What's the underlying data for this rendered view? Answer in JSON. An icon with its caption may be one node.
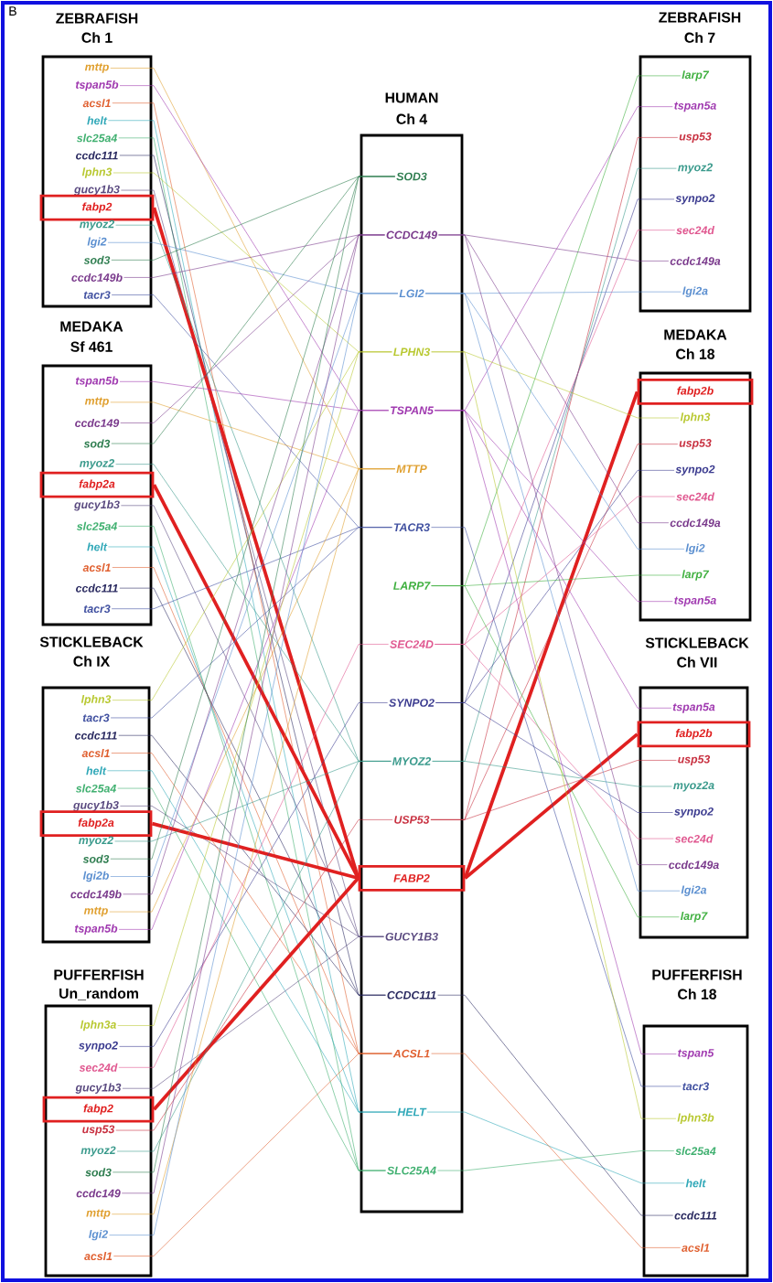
{
  "diagram": {
    "nodes": [
      {
        "text": [
          "ZEBRAFISH",
          "Ch 1"
        ]
      },
      {
        "text": [
          "mttp"
        ],
        "in": 0
      },
      {
        "text": [
          "tspan5b"
        ],
        "in": 0
      },
      {
        "text": [
          "acsl1"
        ],
        "in": 0
      },
      {
        "text": [
          "helt"
        ],
        "in": 0
      },
      {
        "text": [
          "slc25a4"
        ],
        "in": 0
      },
      {
        "text": [
          "ccdc111"
        ],
        "in": 0
      },
      {
        "text": [
          "lphn3"
        ],
        "in": 0
      },
      {
        "text": [
          "gucy1b3"
        ],
        "in": 0
      },
      {
        "text": [
          "fabp2"
        ],
        "in": 0
      },
      {
        "text": [
          "myoz2"
        ],
        "in": 0
      },
      {
        "text": [
          "lgi2"
        ],
        "in": 0
      },
      {
        "text": [
          "sod3"
        ],
        "in": 0
      },
      {
        "text": [
          "ccdc149b"
        ],
        "in": 0
      },
      {
        "text": [
          "tacr3"
        ],
        "in": 0
      },
      {
        "text": [
          "MEDAKA",
          "Sf 461"
        ]
      },
      {
        "text": [
          "tspan5b"
        ],
        "in": 15
      },
      {
        "text": [
          "mttp"
        ],
        "in": 15
      },
      {
        "text": [
          "ccdc149"
        ],
        "in": 15
      },
      {
        "text": [
          "sod3"
        ],
        "in": 15
      },
      {
        "text": [
          "myoz2"
        ],
        "in": 15
      },
      {
        "text": [
          "fabp2a"
        ],
        "in": 15
      },
      {
        "text": [
          "gucy1b3"
        ],
        "in": 15
      },
      {
        "text": [
          "slc25a4"
        ],
        "in": 15
      },
      {
        "text": [
          "helt"
        ],
        "in": 15
      },
      {
        "text": [
          "acsl1"
        ],
        "in": 15
      },
      {
        "text": [
          "ccdc111"
        ],
        "in": 15
      },
      {
        "text": [
          "tacr3"
        ],
        "in": 15
      },
      {
        "text": [
          "STICKLEBACK",
          "Ch IX"
        ]
      },
      {
        "text": [
          "lphn3"
        ],
        "in": 28
      },
      {
        "text": [
          "tacr3"
        ],
        "in": 28
      },
      {
        "text": [
          "ccdc111"
        ],
        "in": 28
      },
      {
        "text": [
          "acsl1"
        ],
        "in": 28
      },
      {
        "text": [
          "helt"
        ],
        "in": 28
      },
      {
        "text": [
          "slc25a4"
        ],
        "in": 28
      },
      {
        "text": [
          "gucy1b3"
        ],
        "in": 28
      },
      {
        "text": [
          "fabp2a"
        ],
        "in": 28
      },
      {
        "text": [
          "myoz2"
        ],
        "in": 28
      },
      {
        "text": [
          "sod3"
        ],
        "in": 28
      },
      {
        "text": [
          "lgi2b"
        ],
        "in": 28
      },
      {
        "text": [
          "ccdc149b"
        ],
        "in": 28
      },
      {
        "text": [
          "mttp"
        ],
        "in": 28
      },
      {
        "text": [
          "tspan5b"
        ],
        "in": 28
      },
      {
        "text": [
          "PUFFERFISH",
          "Un_random"
        ]
      },
      {
        "text": [
          "lphn3a"
        ],
        "in": 43
      },
      {
        "text": [
          "synpo2"
        ],
        "in": 43
      },
      {
        "text": [
          "sec24d"
        ],
        "in": 43
      },
      {
        "text": [
          "gucy1b3"
        ],
        "in": 43
      },
      {
        "text": [
          "fabp2"
        ],
        "in": 43
      },
      {
        "text": [
          "usp53"
        ],
        "in": 43
      },
      {
        "text": [
          "myoz2"
        ],
        "in": 43
      },
      {
        "text": [
          "sod3"
        ],
        "in": 43
      },
      {
        "text": [
          "ccdc149"
        ],
        "in": 43
      },
      {
        "text": [
          "mttp"
        ],
        "in": 43
      },
      {
        "text": [
          "lgi2"
        ],
        "in": 43
      },
      {
        "text": [
          "acsl1"
        ],
        "in": 43
      },
      {
        "text": [
          "HUMAN",
          "Ch 4"
        ]
      },
      {
        "text": [
          "SOD3"
        ],
        "in": 56
      },
      {
        "text": [
          "CCDC149"
        ],
        "in": 56
      },
      {
        "text": [
          "LGI2"
        ],
        "in": 56
      },
      {
        "text": [
          "LPHN3"
        ],
        "in": 56
      },
      {
        "text": [
          "TSPAN5"
        ],
        "in": 56
      },
      {
        "text": [
          "MTTP"
        ],
        "in": 56
      },
      {
        "text": [
          "TACR3"
        ],
        "in": 56
      },
      {
        "text": [
          "LARP7"
        ],
        "in": 56
      },
      {
        "text": [
          "SEC24D"
        ],
        "in": 56
      },
      {
        "text": [
          "SYNPO2"
        ],
        "in": 56
      },
      {
        "text": [
          "MYOZ2"
        ],
        "in": 56
      },
      {
        "text": [
          "USP53"
        ],
        "in": 56
      },
      {
        "text": [
          "FABP2"
        ],
        "in": 56
      },
      {
        "text": [
          "GUCY1B3"
        ],
        "in": 56
      },
      {
        "text": [
          "CCDC111"
        ],
        "in": 56
      },
      {
        "text": [
          "ACSL1"
        ],
        "in": 56
      },
      {
        "text": [
          "HELT"
        ],
        "in": 56
      },
      {
        "text": [
          "SLC25A4"
        ],
        "in": 56
      },
      {
        "text": [
          "ZEBRAFISH",
          "Ch 7"
        ]
      },
      {
        "text": [
          "larp7"
        ],
        "in": 75
      },
      {
        "text": [
          "tspan5a"
        ],
        "in": 75
      },
      {
        "text": [
          "usp53"
        ],
        "in": 75
      },
      {
        "text": [
          "myoz2"
        ],
        "in": 75
      },
      {
        "text": [
          "synpo2"
        ],
        "in": 75
      },
      {
        "text": [
          "sec24d"
        ],
        "in": 75
      },
      {
        "text": [
          "ccdc149a"
        ],
        "in": 75
      },
      {
        "text": [
          "lgi2a"
        ],
        "in": 75
      },
      {
        "text": [
          "MEDAKA",
          "Ch 18"
        ]
      },
      {
        "text": [
          "fabp2b"
        ],
        "in": 84
      },
      {
        "text": [
          "lphn3"
        ],
        "in": 84
      },
      {
        "text": [
          "usp53"
        ],
        "in": 84
      },
      {
        "text": [
          "synpo2"
        ],
        "in": 84
      },
      {
        "text": [
          "sec24d"
        ],
        "in": 84
      },
      {
        "text": [
          "ccdc149a"
        ],
        "in": 84
      },
      {
        "text": [
          "lgi2"
        ],
        "in": 84
      },
      {
        "text": [
          "larp7"
        ],
        "in": 84
      },
      {
        "text": [
          "tspan5a"
        ],
        "in": 84
      },
      {
        "text": [
          "STICKLEBACK",
          "Ch VII"
        ]
      },
      {
        "text": [
          "tspan5a"
        ],
        "in": 94
      },
      {
        "text": [
          "fabp2b"
        ],
        "in": 94
      },
      {
        "text": [
          "usp53"
        ],
        "in": 94
      },
      {
        "text": [
          "myoz2a"
        ],
        "in": 94
      },
      {
        "text": [
          "synpo2"
        ],
        "in": 94
      },
      {
        "text": [
          "sec24d"
        ],
        "in": 94
      },
      {
        "text": [
          "ccdc149a"
        ],
        "in": 94
      },
      {
        "text": [
          "lgi2a"
        ],
        "in": 94
      },
      {
        "text": [
          "larp7"
        ],
        "in": 94
      },
      {
        "text": [
          "PUFFERFISH",
          "Ch 18"
        ]
      },
      {
        "text": [
          "tspan5"
        ],
        "in": 104
      },
      {
        "text": [
          "tacr3"
        ],
        "in": 104
      },
      {
        "text": [
          "lphn3b"
        ],
        "in": 104
      },
      {
        "text": [
          "slc25a4"
        ],
        "in": 104
      },
      {
        "text": [
          "helt"
        ],
        "in": 104
      },
      {
        "text": [
          "ccdc111"
        ],
        "in": 104
      },
      {
        "text": [
          "acsl1"
        ],
        "in": 104
      }
    ],
    "edges": [
      {
        "from": 1,
        "to": 62,
        "arrow": "none",
        "color": "#e0a030"
      },
      {
        "from": 2,
        "to": 61,
        "arrow": "none",
        "color": "#a03ab0"
      },
      {
        "from": 3,
        "to": 72,
        "arrow": "none",
        "color": "#e06030"
      },
      {
        "from": 4,
        "to": 73,
        "arrow": "none",
        "color": "#30a8b8"
      },
      {
        "from": 5,
        "to": 74,
        "arrow": "none",
        "color": "#40b070"
      },
      {
        "from": 6,
        "to": 71,
        "arrow": "none",
        "color": "#2a2a60"
      },
      {
        "from": 7,
        "to": 60,
        "arrow": "none",
        "color": "#b8c830"
      },
      {
        "from": 8,
        "to": 70,
        "arrow": "none",
        "color": "#5a4a80"
      },
      {
        "from": 9,
        "to": 69,
        "arrow": "none",
        "style": "thick",
        "color": "#e02020"
      },
      {
        "from": 10,
        "to": 67,
        "arrow": "none",
        "color": "#3a9a8c"
      },
      {
        "from": 11,
        "to": 59,
        "arrow": "none",
        "color": "#5b8fd0"
      },
      {
        "from": 12,
        "to": 57,
        "arrow": "none",
        "color": "#2e7d4f"
      },
      {
        "from": 13,
        "to": 58,
        "arrow": "none",
        "color": "#7a3a8c"
      },
      {
        "from": 14,
        "to": 63,
        "arrow": "none",
        "color": "#4050a0"
      },
      {
        "from": 16,
        "to": 61,
        "arrow": "none",
        "color": "#a03ab0"
      },
      {
        "from": 17,
        "to": 62,
        "arrow": "none",
        "color": "#e0a030"
      },
      {
        "from": 18,
        "to": 58,
        "arrow": "none",
        "color": "#7a3a8c"
      },
      {
        "from": 19,
        "to": 57,
        "arrow": "none",
        "color": "#2e7d4f"
      },
      {
        "from": 20,
        "to": 67,
        "arrow": "none",
        "color": "#3a9a8c"
      },
      {
        "from": 21,
        "to": 69,
        "arrow": "none",
        "style": "thick",
        "color": "#e02020"
      },
      {
        "from": 22,
        "to": 70,
        "arrow": "none",
        "color": "#5a4a80"
      },
      {
        "from": 23,
        "to": 74,
        "arrow": "none",
        "color": "#40b070"
      },
      {
        "from": 24,
        "to": 73,
        "arrow": "none",
        "color": "#30a8b8"
      },
      {
        "from": 25,
        "to": 72,
        "arrow": "none",
        "color": "#e06030"
      },
      {
        "from": 26,
        "to": 71,
        "arrow": "none",
        "color": "#2a2a60"
      },
      {
        "from": 27,
        "to": 63,
        "arrow": "none",
        "color": "#4050a0"
      },
      {
        "from": 29,
        "to": 60,
        "arrow": "none",
        "color": "#b8c830"
      },
      {
        "from": 30,
        "to": 63,
        "arrow": "none",
        "color": "#4050a0"
      },
      {
        "from": 31,
        "to": 71,
        "arrow": "none",
        "color": "#2a2a60"
      },
      {
        "from": 32,
        "to": 72,
        "arrow": "none",
        "color": "#e06030"
      },
      {
        "from": 33,
        "to": 73,
        "arrow": "none",
        "color": "#30a8b8"
      },
      {
        "from": 34,
        "to": 74,
        "arrow": "none",
        "color": "#40b070"
      },
      {
        "from": 35,
        "to": 70,
        "arrow": "none",
        "color": "#5a4a80"
      },
      {
        "from": 36,
        "to": 69,
        "arrow": "none",
        "style": "thick",
        "color": "#e02020"
      },
      {
        "from": 37,
        "to": 67,
        "arrow": "none",
        "color": "#3a9a8c"
      },
      {
        "from": 38,
        "to": 57,
        "arrow": "none",
        "color": "#2e7d4f"
      },
      {
        "from": 39,
        "to": 59,
        "arrow": "none",
        "color": "#5b8fd0"
      },
      {
        "from": 40,
        "to": 58,
        "arrow": "none",
        "color": "#7a3a8c"
      },
      {
        "from": 41,
        "to": 62,
        "arrow": "none",
        "color": "#e0a030"
      },
      {
        "from": 42,
        "to": 61,
        "arrow": "none",
        "color": "#a03ab0"
      },
      {
        "from": 44,
        "to": 60,
        "arrow": "none",
        "color": "#b8c830"
      },
      {
        "from": 45,
        "to": 66,
        "arrow": "none",
        "color": "#3c3c90"
      },
      {
        "from": 46,
        "to": 65,
        "arrow": "none",
        "color": "#e05890"
      },
      {
        "from": 47,
        "to": 70,
        "arrow": "none",
        "color": "#5a4a80"
      },
      {
        "from": 48,
        "to": 69,
        "arrow": "none",
        "style": "thick",
        "color": "#e02020"
      },
      {
        "from": 49,
        "to": 68,
        "arrow": "none",
        "color": "#c83040"
      },
      {
        "from": 50,
        "to": 67,
        "arrow": "none",
        "color": "#3a9a8c"
      },
      {
        "from": 51,
        "to": 57,
        "arrow": "none",
        "color": "#2e7d4f"
      },
      {
        "from": 52,
        "to": 58,
        "arrow": "none",
        "color": "#7a3a8c"
      },
      {
        "from": 53,
        "to": 62,
        "arrow": "none",
        "color": "#e0a030"
      },
      {
        "from": 54,
        "to": 59,
        "arrow": "none",
        "color": "#5b8fd0"
      },
      {
        "from": 55,
        "to": 72,
        "arrow": "none",
        "color": "#e06030"
      },
      {
        "from": 76,
        "to": 64,
        "arrow": "none",
        "color": "#40b040"
      },
      {
        "from": 77,
        "to": 61,
        "arrow": "none",
        "color": "#a03ab0"
      },
      {
        "from": 78,
        "to": 68,
        "arrow": "none",
        "color": "#c83040"
      },
      {
        "from": 79,
        "to": 67,
        "arrow": "none",
        "color": "#3a9a8c"
      },
      {
        "from": 80,
        "to": 66,
        "arrow": "none",
        "color": "#3c3c90"
      },
      {
        "from": 81,
        "to": 65,
        "arrow": "none",
        "color": "#e05890"
      },
      {
        "from": 82,
        "to": 58,
        "arrow": "none",
        "color": "#7a3a8c"
      },
      {
        "from": 83,
        "to": 59,
        "arrow": "none",
        "color": "#5b8fd0"
      },
      {
        "from": 85,
        "to": 69,
        "arrow": "none",
        "style": "thick",
        "color": "#e02020"
      },
      {
        "from": 86,
        "to": 60,
        "arrow": "none",
        "color": "#b8c830"
      },
      {
        "from": 87,
        "to": 68,
        "arrow": "none",
        "color": "#c83040"
      },
      {
        "from": 88,
        "to": 66,
        "arrow": "none",
        "color": "#3c3c90"
      },
      {
        "from": 89,
        "to": 65,
        "arrow": "none",
        "color": "#e05890"
      },
      {
        "from": 90,
        "to": 58,
        "arrow": "none",
        "color": "#7a3a8c"
      },
      {
        "from": 91,
        "to": 59,
        "arrow": "none",
        "color": "#5b8fd0"
      },
      {
        "from": 92,
        "to": 64,
        "arrow": "none",
        "color": "#40b040"
      },
      {
        "from": 93,
        "to": 61,
        "arrow": "none",
        "color": "#a03ab0"
      },
      {
        "from": 95,
        "to": 61,
        "arrow": "none",
        "color": "#a03ab0"
      },
      {
        "from": 96,
        "to": 69,
        "arrow": "none",
        "style": "thick",
        "color": "#e02020"
      },
      {
        "from": 97,
        "to": 68,
        "arrow": "none",
        "color": "#c83040"
      },
      {
        "from": 98,
        "to": 67,
        "arrow": "none",
        "color": "#3a9a8c"
      },
      {
        "from": 99,
        "to": 66,
        "arrow": "none",
        "color": "#3c3c90"
      },
      {
        "from": 100,
        "to": 65,
        "arrow": "none",
        "color": "#e05890"
      },
      {
        "from": 101,
        "to": 58,
        "arrow": "none",
        "color": "#7a3a8c"
      },
      {
        "from": 102,
        "to": 59,
        "arrow": "none",
        "color": "#5b8fd0"
      },
      {
        "from": 103,
        "to": 64,
        "arrow": "none",
        "color": "#40b040"
      },
      {
        "from": 105,
        "to": 61,
        "arrow": "none",
        "color": "#a03ab0"
      },
      {
        "from": 106,
        "to": 63,
        "arrow": "none",
        "color": "#4050a0"
      },
      {
        "from": 107,
        "to": 60,
        "arrow": "none",
        "color": "#b8c830"
      },
      {
        "from": 108,
        "to": 74,
        "arrow": "none",
        "color": "#40b070"
      },
      {
        "from": 109,
        "to": 73,
        "arrow": "none",
        "color": "#30a8b8"
      },
      {
        "from": 110,
        "to": 71,
        "arrow": "none",
        "color": "#2a2a60"
      },
      {
        "from": 111,
        "to": 72,
        "arrow": "none",
        "color": "#e06030"
      }
    ],
    "labels": [
      "B"
    ]
  }
}
